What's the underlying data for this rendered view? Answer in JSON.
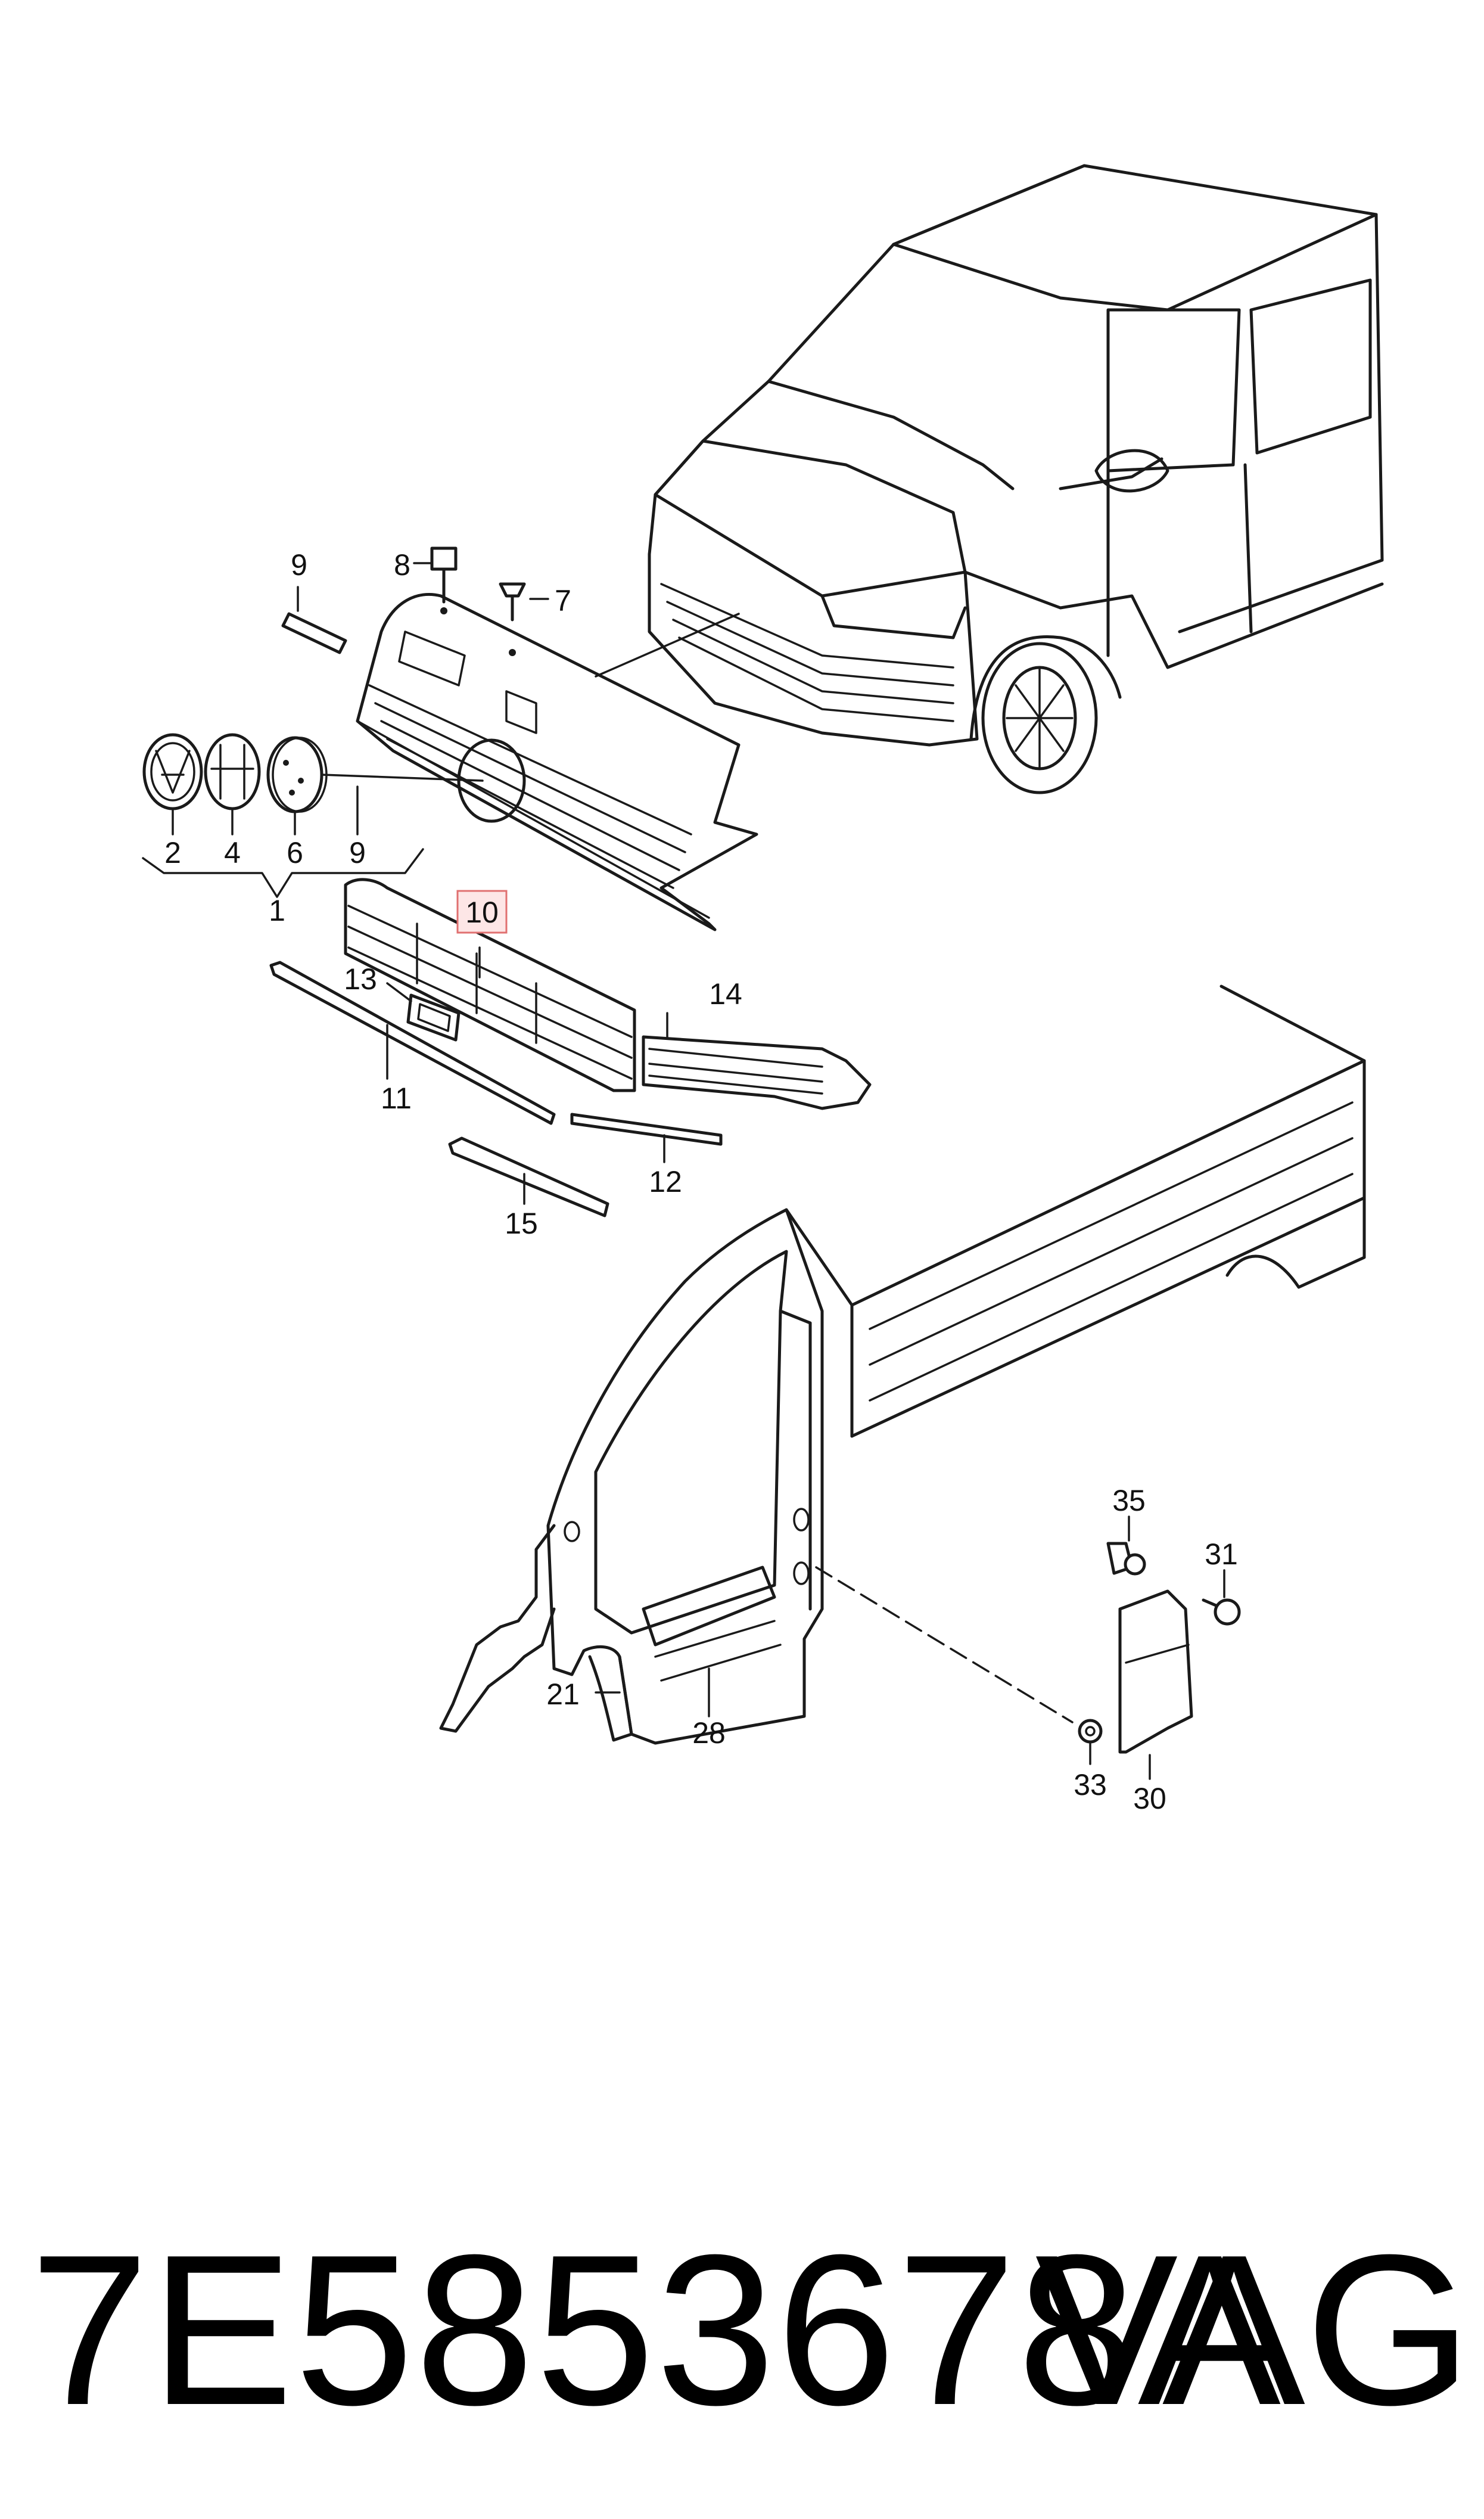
{
  "callouts": {
    "c1": "1",
    "c2": "2",
    "c4": "4",
    "c6": "6",
    "c7": "7",
    "c8": "8",
    "c9a": "9",
    "c9b": "9",
    "c10": "10",
    "c11": "11",
    "c12": "12",
    "c13": "13",
    "c14": "14",
    "c15": "15",
    "c21": "21",
    "c28": "28",
    "c30": "30",
    "c31": "31",
    "c33": "33",
    "c35": "35"
  },
  "highlighted_callout": "10",
  "highlight_color": "#e07070",
  "footer": {
    "part_number": "7E5853678A",
    "brand": "VAG"
  }
}
